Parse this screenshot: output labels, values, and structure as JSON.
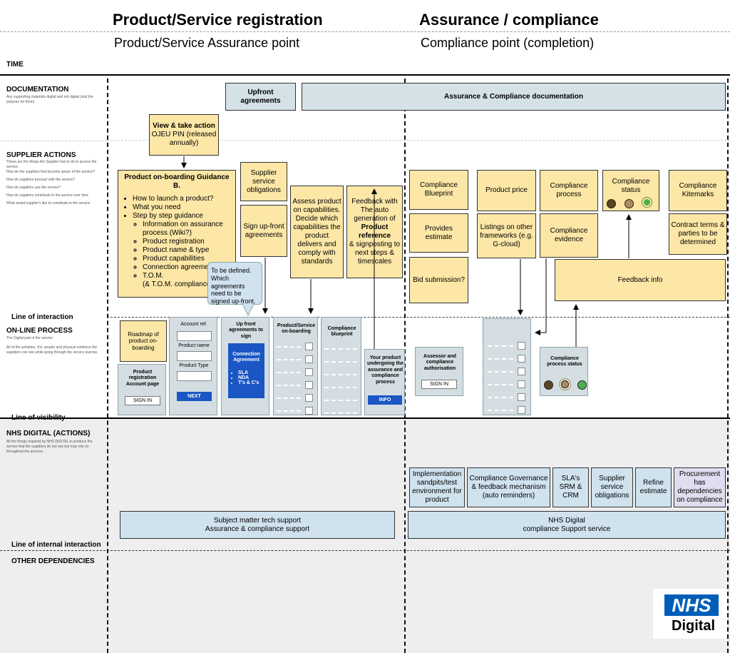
{
  "header": {
    "left_title": "Product/Service registration",
    "left_subtitle": "Product/Service Assurance point",
    "right_title": "Assurance / compliance",
    "right_subtitle": "Compliance point (completion)"
  },
  "rows": {
    "time": "TIME",
    "documentation": {
      "title": "DOCUMENTATION",
      "desc": "Any supporting materials digital and not digital (and the purpose for them)"
    },
    "supplier_actions": {
      "title": "SUPPLIER  ACTIONS",
      "desc_lines": [
        "These are the things the Supplier has to do to access the service.",
        "How do the suppliers first become aware of the service?",
        "How do suppliers transact with the service?",
        "How do suppliers use the service?",
        "How do suppliers contribute to the service over time",
        "What would supplier's like to contribute to the service"
      ]
    },
    "line_of_interaction": "Line of interaction",
    "online_process": {
      "title": "ON-LINE PROCESS",
      "desc": "The Digital part of the service",
      "desc2": "All of the activities, UIs, people and physical evidence the suppliers can see while going through the service journey."
    },
    "line_of_visibility": "Line of visibility",
    "nhs_actions": {
      "title": "NHS DIGITAL (ACTIONS)",
      "desc": "All the things required by NHS DIGITAL to produce the service that the suppliers do not see but may rely on throughout the process"
    },
    "line_of_internal": "Line of internal interaction",
    "other": "OTHER DEPENDENCIES"
  },
  "documentation": {
    "upfront": "Upfront agreements",
    "assurance_docs": "Assurance & Compliance documentation"
  },
  "supplier": {
    "view_action_title": "View & take action",
    "view_action_body": "OJEU PIN (released annually)",
    "onboarding_title": "Product on-boarding Guidance B.",
    "onboarding_items": [
      "How to launch a product?",
      "What you need",
      "Step by step guidance"
    ],
    "onboarding_sub": [
      "Information on assurance process (Wiki?)",
      "Product registration",
      "Product name & type",
      "Product capabilities",
      "Connection agreement",
      "T.O.M.",
      "(& T.O.M. compliance)"
    ],
    "supplier_obligations": "Supplier service obligations",
    "sign_upfront": "Sign up-front agreements",
    "tooltip": "To be defined. Which agreements need to be signed up-front.",
    "assess": "Assess product on capabilities. Decide which capabilities the product delivers and comply with standards",
    "feedback_pre": "Feedback with The auto generation of",
    "feedback_bold": "Product reference",
    "feedback_post": "& signposting to next steps & timescales",
    "compliance_blueprint": "Compliance Blueprint",
    "provides_estimate": "Provides estimate",
    "bid_submission": "Bid submission?",
    "product_price": "Product price",
    "listings": "Listings on other frameworks (e.g. G-cloud)",
    "compliance_process": "Compliance process",
    "compliance_evidence": "Compliance evidence",
    "compliance_status": "Compliance status",
    "compliance_kitemarks": "Compliance Kitemarks",
    "contract_terms": "Contract terms & parties to be determined",
    "feedback_info": "Feedback info"
  },
  "online": {
    "roadmap": "Roadmap of product on-boarding",
    "account_page": "Product registration Account page",
    "sign_in": "SIGN IN",
    "account_ref": "Account ref.",
    "product_name": "Product name",
    "product_type": "Product Type",
    "next": "NEXT",
    "upfront_title": "Up front agreements to sign",
    "connection_agreement": "Connection Agreement",
    "agreement_items": [
      "SLA",
      "NDA",
      "T's & C's"
    ],
    "onboarding_panel": "Product/Service on-boarding",
    "blueprint_panel": "Compliance blueprint",
    "undergoing": "Your product undergoing the assurance and compliance process",
    "info": "INFO",
    "authorisation": "Assessor and compliance authorisation",
    "auth_sign_in": "SIGN IN",
    "process_status": "Compliance process status"
  },
  "nhs": {
    "left_support": "Subject matter tech support\nAssurance & compliance support",
    "implementation": "Implementation sandpits/test environment for product",
    "governance": "Compliance Governance & feedback mechanism (auto reminders)",
    "sla": "SLA's SRM & CRM",
    "obligations": "Supplier service obligations",
    "refine": "Refine estimate",
    "procurement": "Procurement has dependencies on compliance",
    "right_support": "NHS Digital\ncompliance Support service"
  },
  "logo": {
    "nhs": "NHS",
    "digital": "Digital"
  },
  "colors": {
    "yellow": "#fce7a6",
    "blue": "#cfe2ee",
    "nhs_blue": "#005eb8",
    "button_blue": "#1a56c4",
    "status_dark": "#5a4420",
    "status_mid": "#b08c5c",
    "status_green": "#4caf50"
  }
}
